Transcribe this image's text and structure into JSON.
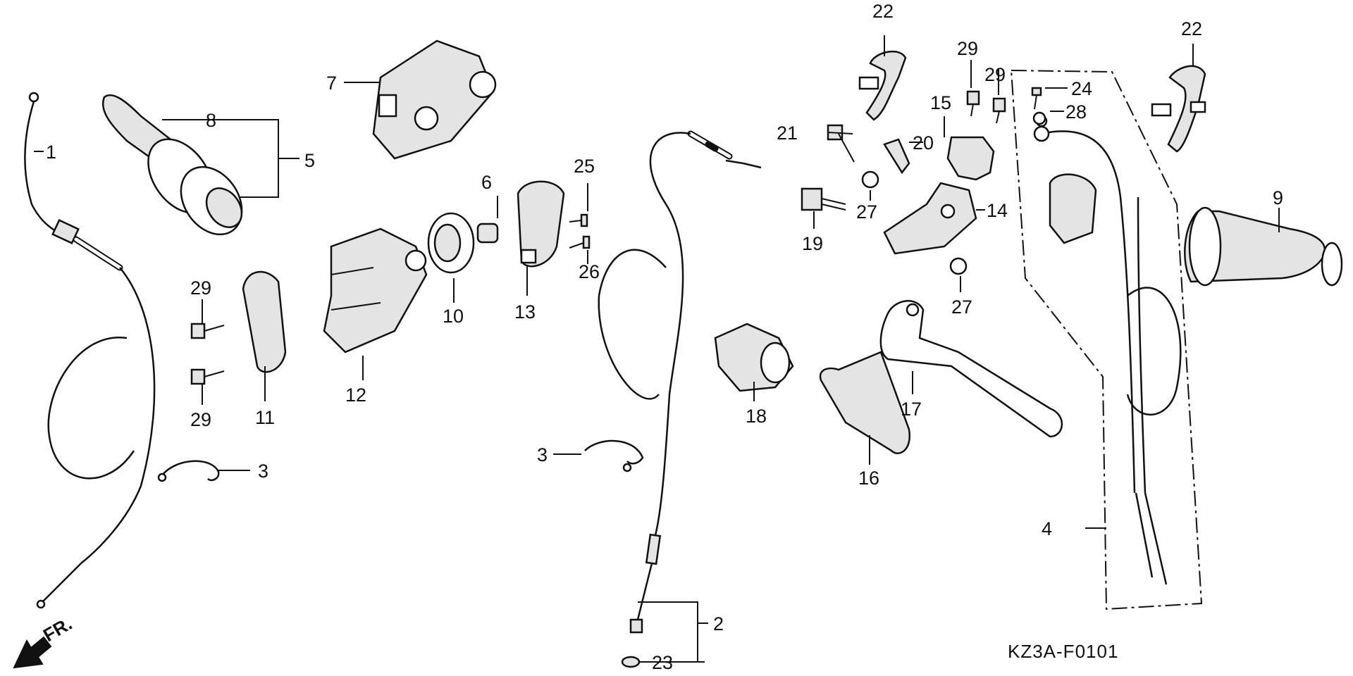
{
  "callouts": {
    "c1": "1",
    "c2": "2",
    "c3a": "3",
    "c3b": "3",
    "c4": "4",
    "c5": "5",
    "c6": "6",
    "c7": "7",
    "c8": "8",
    "c9": "9",
    "c10": "10",
    "c11": "11",
    "c12": "12",
    "c13": "13",
    "c14": "14",
    "c15": "15",
    "c16": "16",
    "c17": "17",
    "c18": "18",
    "c19": "19",
    "c20": "20",
    "c21": "21",
    "c22a": "22",
    "c22b": "22",
    "c23": "23",
    "c24": "24",
    "c25": "25",
    "c26": "26",
    "c27a": "27",
    "c27b": "27",
    "c28": "28",
    "c29a": "29",
    "c29b": "29",
    "c29c": "29",
    "c29d": "29"
  },
  "diagram_code": "KZ3A-F0101",
  "front_marker": "FR."
}
